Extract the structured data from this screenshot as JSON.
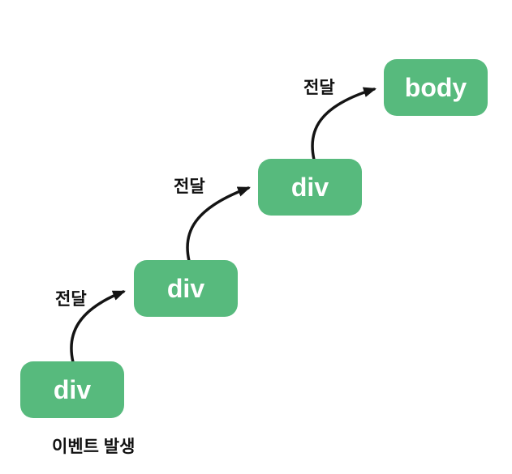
{
  "diagram": {
    "nodes": [
      {
        "label": "div"
      },
      {
        "label": "div"
      },
      {
        "label": "div"
      },
      {
        "label": "body"
      }
    ],
    "arrows": [
      {
        "label": "전달"
      },
      {
        "label": "전달"
      },
      {
        "label": "전달"
      }
    ],
    "caption": "이벤트 발생",
    "colors": {
      "node_fill": "#57ba7d",
      "node_text": "#ffffff",
      "arrow": "#141414",
      "text": "#111111",
      "background": "#ffffff"
    }
  }
}
